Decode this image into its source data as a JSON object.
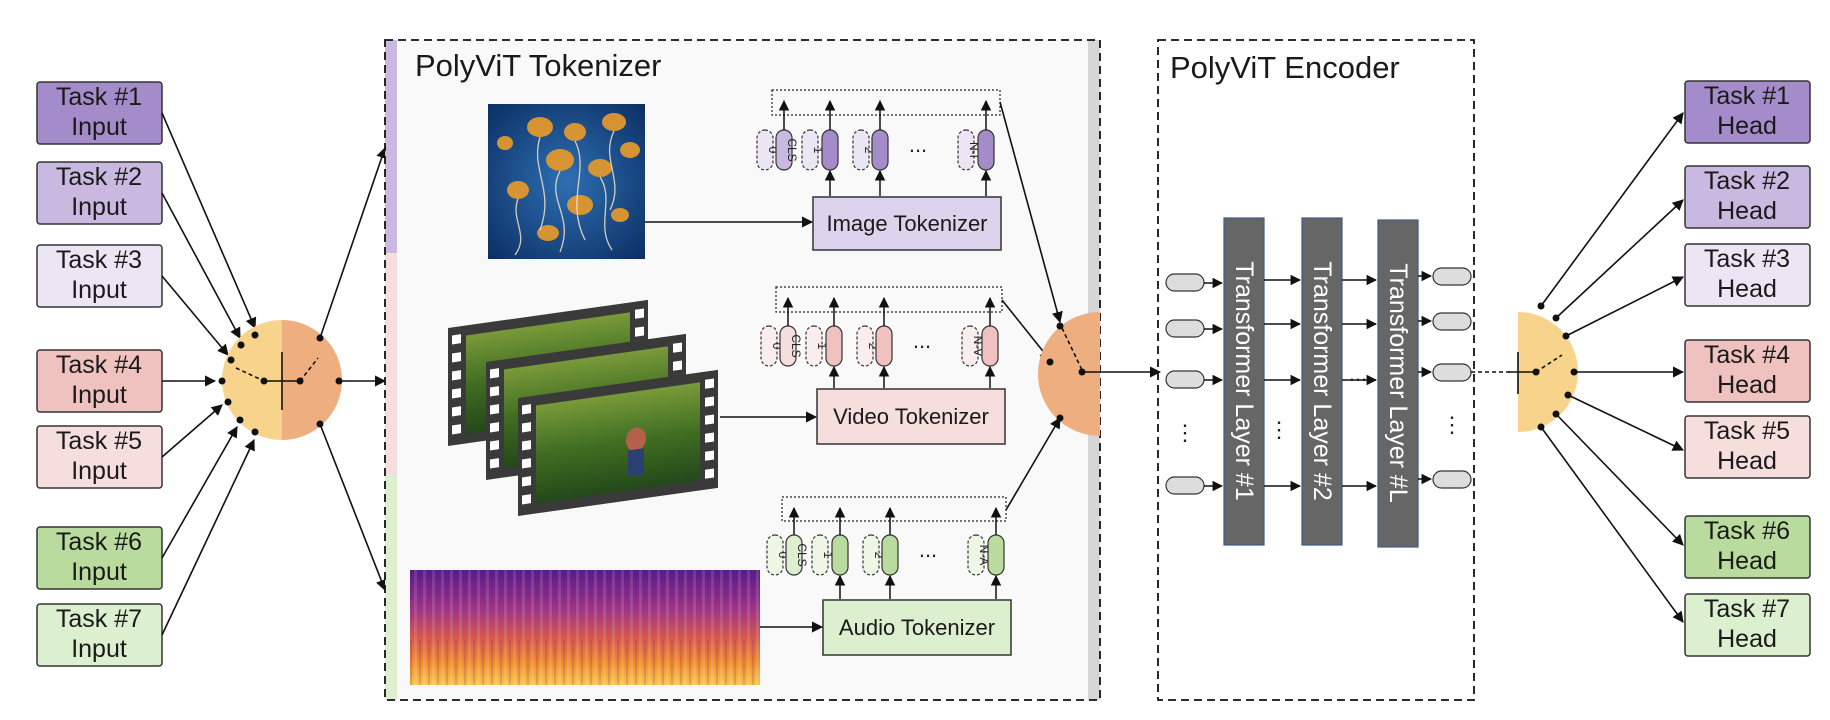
{
  "tokenizer": {
    "title": "PolyViT  Tokenizer",
    "image": {
      "label": "Image Tokenizer",
      "pills": [
        "0",
        "CLS",
        "1",
        "2",
        "N-I"
      ],
      "ellipsis": "..."
    },
    "video": {
      "label": "Video Tokenizer",
      "pills": [
        "0",
        "CLS",
        "1",
        "2",
        "N-V"
      ],
      "ellipsis": "..."
    },
    "audio": {
      "label": "Audio Tokenizer",
      "pills": [
        "0",
        "CLS",
        "1",
        "2",
        "N-A"
      ],
      "ellipsis": "..."
    }
  },
  "encoder": {
    "title": "PolyViT  Encoder",
    "layers": [
      "Transformer Layer #1",
      "Transformer Layer #2",
      "Transformer Layer #L"
    ],
    "ellipsis": "...",
    "vdots": "⋮"
  },
  "inputs": [
    {
      "line1": "Task  #1",
      "line2": "Input"
    },
    {
      "line1": "Task  #2",
      "line2": "Input"
    },
    {
      "line1": "Task  #3",
      "line2": "Input"
    },
    {
      "line1": "Task  #4",
      "line2": "Input"
    },
    {
      "line1": "Task  #5",
      "line2": "Input"
    },
    {
      "line1": "Task  #6",
      "line2": "Input"
    },
    {
      "line1": "Task  #7",
      "line2": "Input"
    }
  ],
  "heads": [
    {
      "line1": "Task  #1",
      "line2": "Head"
    },
    {
      "line1": "Task  #2",
      "line2": "Head"
    },
    {
      "line1": "Task  #3",
      "line2": "Head"
    },
    {
      "line1": "Task  #4",
      "line2": "Head"
    },
    {
      "line1": "Task  #5",
      "line2": "Head"
    },
    {
      "line1": "Task  #6",
      "line2": "Head"
    },
    {
      "line1": "Task  #7",
      "line2": "Head"
    }
  ],
  "colors": {
    "task1": "#a48bc9",
    "task2": "#c9b8e0",
    "task3": "#ece6f4",
    "task4": "#efc2c0",
    "task5": "#f6dedd",
    "task6": "#b9dc9e",
    "task7": "#dcefcf",
    "selector_left": "#f7d38b",
    "selector_right": "#eeae7f",
    "layer": "#666666",
    "pill_grey": "#dddddd"
  }
}
